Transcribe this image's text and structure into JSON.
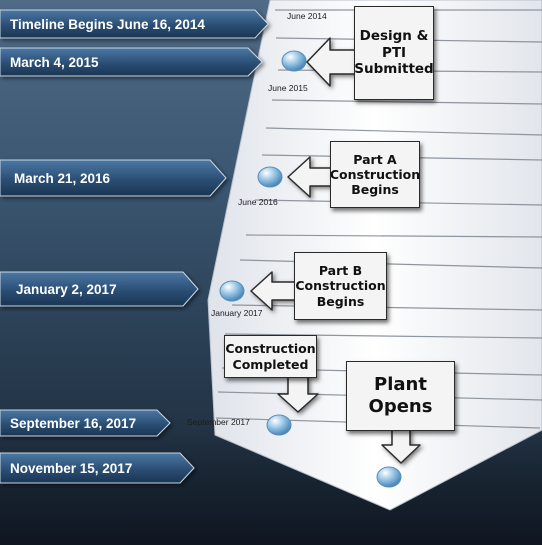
{
  "left_labels": [
    "Timeline Begins June 16, 2014",
    "March 4, 2015",
    "March 21, 2016",
    "January 2, 2017",
    "September 16, 2017",
    "November 15, 2017"
  ],
  "ticks": [
    "June 2014",
    "June 2015",
    "June 2016",
    "January 2017",
    "September 2017"
  ],
  "milestones": {
    "design": "Design &\nPTI\nSubmitted",
    "part_a": "Part A\nConstruction\nBegins",
    "part_b": "Part B\nConstruction\nBegins",
    "completed": "Construction\nCompleted",
    "plant": "Plant\nOpens"
  },
  "colors": {
    "label_fill_top": "#3d6a96",
    "label_fill_bottom": "#1e3a5a",
    "road": "#f3f5f8",
    "road_line": "#8a9099",
    "marker": "#7fb2d8",
    "box": "#f4f4f4"
  }
}
